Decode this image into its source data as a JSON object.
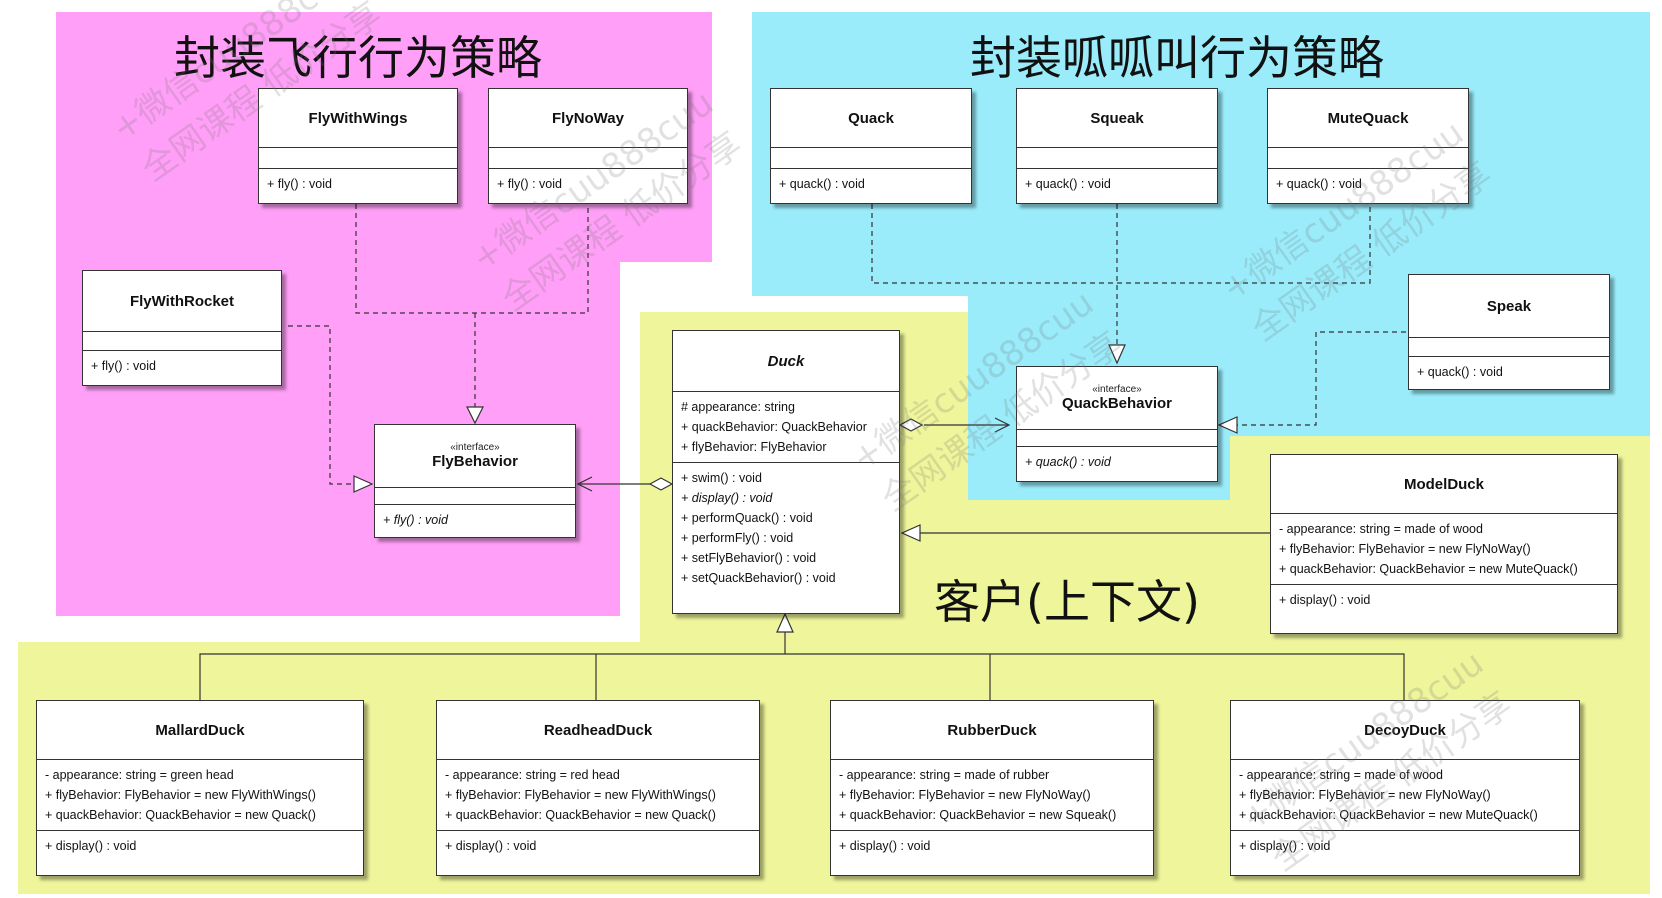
{
  "regions": {
    "fly_color": "#ff9ff7",
    "quack_color": "#9aecfb",
    "client_color": "#eef59a"
  },
  "titles": {
    "fly": "封装飞行行为策略",
    "quack": "封装呱呱叫行为策略",
    "client": "客户(上下文)"
  },
  "watermark": {
    "line1": "+微信cuu888cuu",
    "line2": "全网课程 低价分享"
  },
  "classes": {
    "fly_with_wings": {
      "name": "FlyWithWings",
      "ops": [
        "+ fly() : void"
      ]
    },
    "fly_no_way": {
      "name": "FlyNoWay",
      "ops": [
        "+ fly() : void"
      ]
    },
    "fly_with_rocket": {
      "name": "FlyWithRocket",
      "ops": [
        "+ fly() : void"
      ]
    },
    "fly_behavior": {
      "stereotype": "«interface»",
      "name": "FlyBehavior",
      "ops": [
        "+ fly() : void"
      ]
    },
    "quack": {
      "name": "Quack",
      "ops": [
        "+ quack() : void"
      ]
    },
    "squeak": {
      "name": "Squeak",
      "ops": [
        "+ quack() : void"
      ]
    },
    "mute_quack": {
      "name": "MuteQuack",
      "ops": [
        "+ quack() : void"
      ]
    },
    "speak": {
      "name": "Speak",
      "ops": [
        "+ quack() : void"
      ]
    },
    "quack_behavior": {
      "stereotype": "«interface»",
      "name": "QuackBehavior",
      "ops": [
        "+ quack() : void"
      ]
    },
    "duck": {
      "name": "Duck",
      "attrs": [
        "# appearance: string",
        "+ quackBehavior: QuackBehavior",
        "+ flyBehavior: FlyBehavior"
      ],
      "ops": [
        "+ swim() : void",
        "+ display() : void",
        "+ performQuack() : void",
        "+ performFly() : void",
        "+ setFlyBehavior() : void",
        "+ setQuackBehavior() : void"
      ]
    },
    "model_duck": {
      "name": "ModelDuck",
      "attrs": [
        "- appearance: string = made of wood",
        "+ flyBehavior: FlyBehavior = new FlyNoWay()",
        "+ quackBehavior: QuackBehavior = new MuteQuack()"
      ],
      "ops": [
        "+ display() : void"
      ]
    },
    "mallard_duck": {
      "name": "MallardDuck",
      "attrs": [
        "- appearance: string = green head",
        "+ flyBehavior: FlyBehavior = new FlyWithWings()",
        "+ quackBehavior: QuackBehavior = new Quack()"
      ],
      "ops": [
        "+ display() : void"
      ]
    },
    "readhead_duck": {
      "name": "ReadheadDuck",
      "attrs": [
        "- appearance: string = red head",
        "+ flyBehavior: FlyBehavior = new FlyWithWings()",
        "+ quackBehavior: QuackBehavior = new Quack()"
      ],
      "ops": [
        "+ display() : void"
      ]
    },
    "rubber_duck": {
      "name": "RubberDuck",
      "attrs": [
        "- appearance: string = made of rubber",
        "+ flyBehavior: FlyBehavior = new FlyNoWay()",
        "+ quackBehavior: QuackBehavior = new Squeak()"
      ],
      "ops": [
        "+ display() : void"
      ]
    },
    "decoy_duck": {
      "name": "DecoyDuck",
      "attrs": [
        "- appearance: string = made of wood",
        "+ flyBehavior: FlyBehavior = new FlyNoWay()",
        "+ quackBehavior: QuackBehavior = new MuteQuack()"
      ],
      "ops": [
        "+ display() : void"
      ]
    }
  }
}
